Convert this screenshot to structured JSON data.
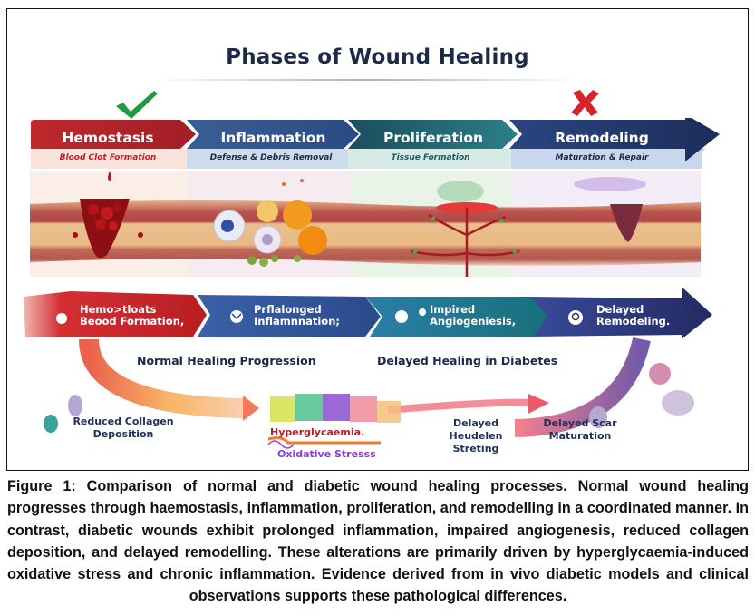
{
  "figure": {
    "title": "Phases of Wound Healing",
    "status_icons": {
      "first_phase": "check-icon",
      "last_phase": "cross-icon",
      "check_color": "#1f9a3c",
      "cross_color": "#d9232a"
    },
    "phases": [
      {
        "name": "Hemostasis",
        "subtitle": "Blood Clot Formation",
        "color": "#b5242b",
        "subtitle_color": "#c41e24",
        "panel": "blood-clot-illustration"
      },
      {
        "name": "Inflammation",
        "subtitle": "Defense & Debris Removal",
        "color": "#2d4f8a",
        "subtitle_color": "#1d2a48",
        "panel": "immune-cells-illustration"
      },
      {
        "name": "Proliferation",
        "subtitle": "Tissue Formation",
        "color": "#1d6a73",
        "subtitle_color": "#1d5a64",
        "panel": "angiogenesis-illustration"
      },
      {
        "name": "Remodeling",
        "subtitle": "Maturation & Repair",
        "color": "#233a72",
        "subtitle_color": "#1d2a48",
        "panel": "scar-tissue-illustration"
      }
    ],
    "diabetic_phases": [
      {
        "line1": "Hemo>tloats",
        "line2": "Beood Formation,",
        "icon": "drop-icon",
        "color": "#c8262c"
      },
      {
        "line1": "Prflalonged",
        "line2": "Inflamnnation;",
        "icon": "mail-icon",
        "color": "#2c4d8e"
      },
      {
        "line1": "Impired",
        "line2": "Angiogeniesis,",
        "icon": "chat-bubble-icon",
        "color": "#1d7480"
      },
      {
        "line1": "Delayed",
        "line2": "Remodeling.",
        "icon": "profile-icon",
        "color": "#27306b"
      }
    ],
    "progression": {
      "normal": "Normal Healing Progression",
      "delayed": "Delayed Healing in Diabetes"
    },
    "bottom_labels": {
      "collagen": [
        "Reduced Collagen",
        "Deposition"
      ],
      "hyperglycaemia": "Hyperglycaemia.",
      "oxidative": "Oxidative Stresss",
      "healing": [
        "Delayed",
        "Heudelen",
        "Streting"
      ],
      "scar": [
        "Delayed Scar",
        "Maturation"
      ]
    }
  },
  "caption": {
    "label": "Figure 1:",
    "text": "Comparison of normal and diabetic wound healing processes. Normal wound healing progresses through haemostasis, inflammation, proliferation, and remodelling in a coordinated manner. In contrast, diabetic wounds exhibit prolonged inflammation, impaired angiogenesis, reduced collagen deposition, and delayed remodelling. These alterations are primarily driven by hyperglycaemia-induced oxidative stress and chronic inflammation. Evidence derived from in vivo diabetic models and clinical observations supports these pathological differences."
  }
}
